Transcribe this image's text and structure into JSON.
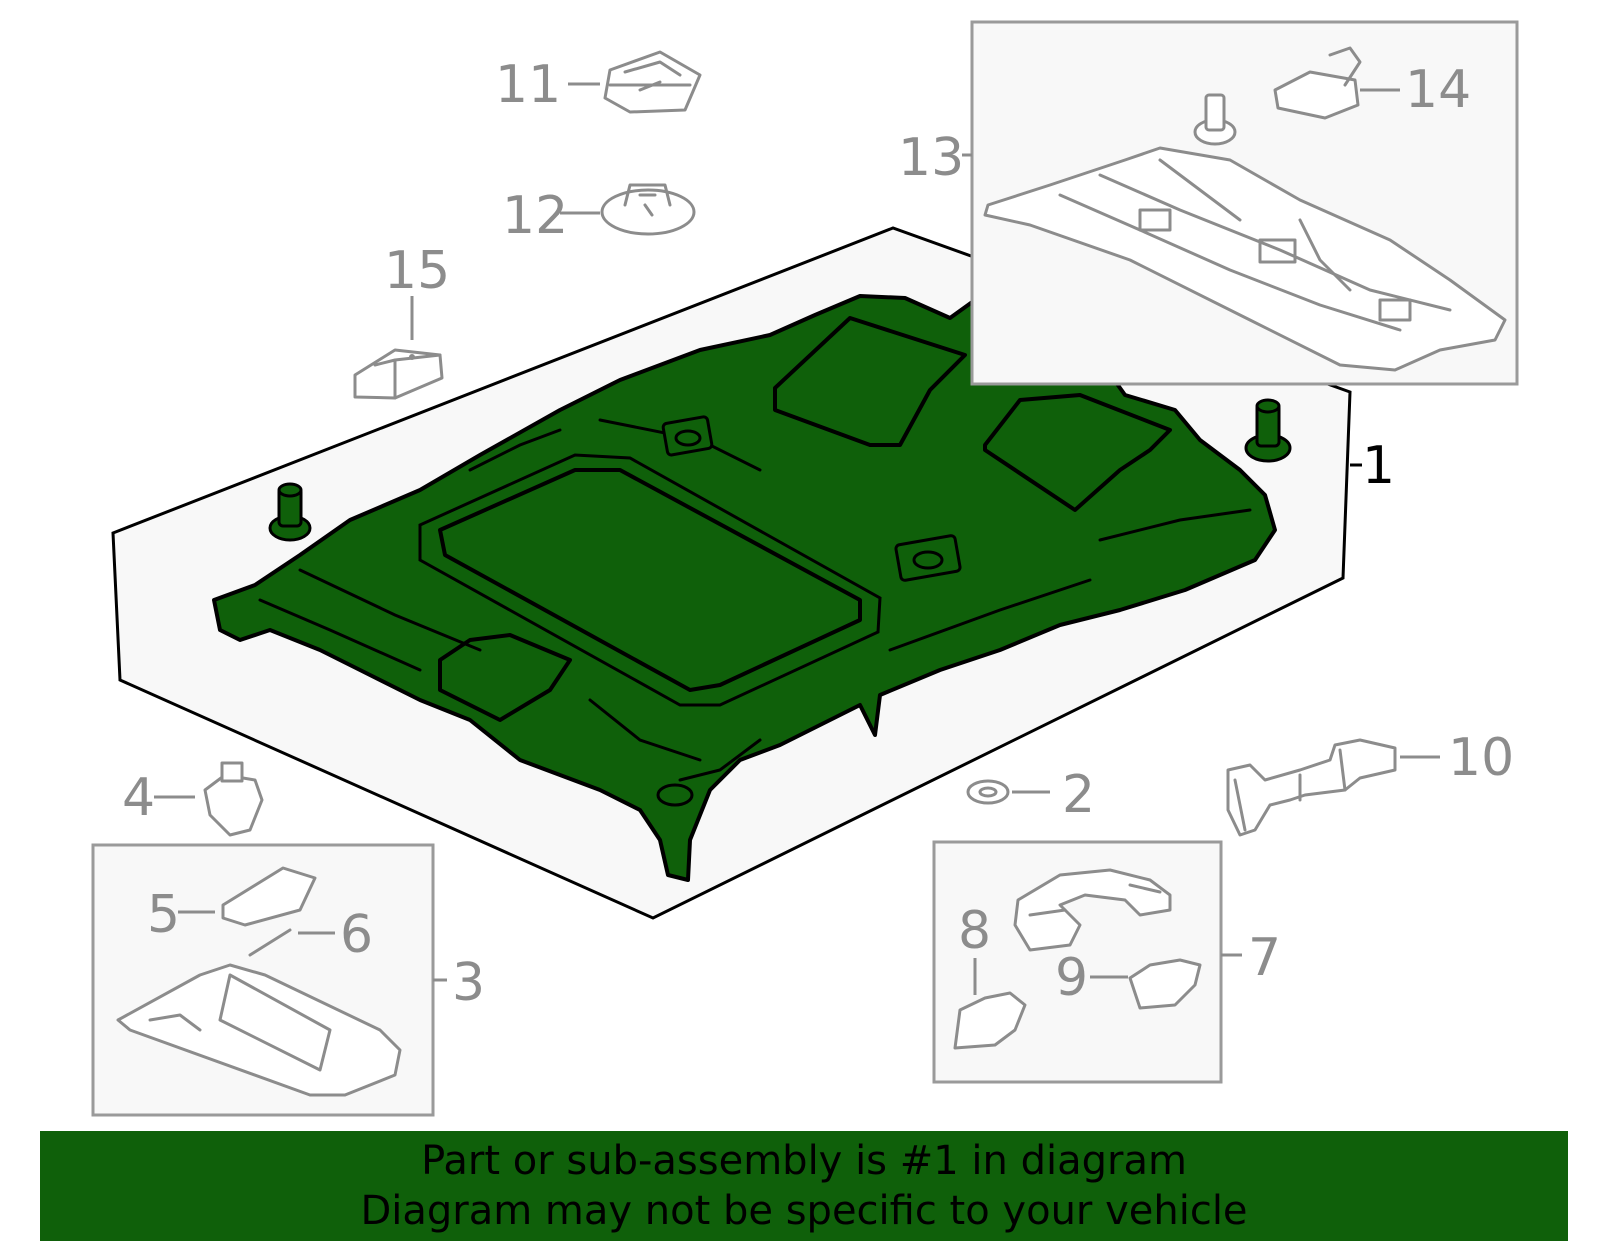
{
  "diagram": {
    "highlight_color": "#0f600a",
    "callouts": {
      "c1": "1",
      "c2": "2",
      "c3": "3",
      "c4": "4",
      "c5": "5",
      "c6": "6",
      "c7": "7",
      "c8": "8",
      "c9": "9",
      "c10": "10",
      "c11": "11",
      "c12": "12",
      "c13": "13",
      "c14": "14",
      "c15": "15"
    }
  },
  "banner": {
    "line1": "Part or sub-assembly is #1 in diagram",
    "line2": "Diagram may not be specific to your vehicle"
  }
}
